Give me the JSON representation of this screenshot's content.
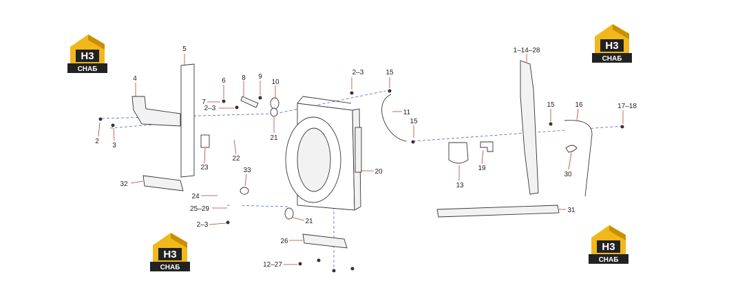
{
  "logo": {
    "letters": "H3",
    "subtitle": "СНАБ"
  },
  "callouts": [
    "1–14–28",
    "2",
    "2–3",
    "2–3",
    "2–3",
    "3",
    "4",
    "5",
    "6",
    "7",
    "8",
    "9",
    "10",
    "11",
    "12–27",
    "13",
    "15",
    "15",
    "15",
    "16",
    "17–18",
    "19",
    "20",
    "21",
    "21",
    "22",
    "23",
    "24",
    "25–29",
    "26",
    "30",
    "31",
    "32",
    "33"
  ],
  "colors": {
    "logo_gold": "#f1b81c",
    "logo_dark": "#222222",
    "leader": "#c0392b",
    "centerline": "#4b63b8"
  }
}
